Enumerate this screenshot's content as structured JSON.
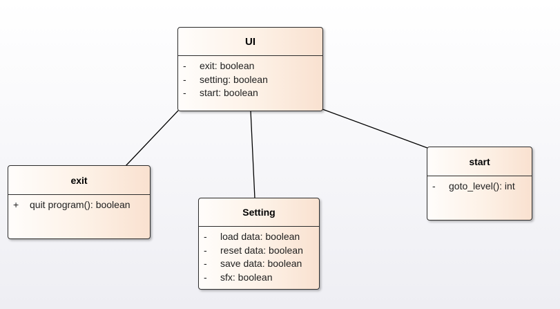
{
  "diagram": {
    "classes": [
      {
        "id": "ui",
        "name": "UI",
        "members": [
          {
            "visibility": "-",
            "signature": "exit: boolean"
          },
          {
            "visibility": "-",
            "signature": "setting: boolean"
          },
          {
            "visibility": "-",
            "signature": "start: boolean"
          }
        ]
      },
      {
        "id": "exit",
        "name": "exit",
        "members": [
          {
            "visibility": "+",
            "signature": "quit program(): boolean"
          }
        ]
      },
      {
        "id": "setting",
        "name": "Setting",
        "members": [
          {
            "visibility": "-",
            "signature": "load data: boolean"
          },
          {
            "visibility": "-",
            "signature": "reset data: boolean"
          },
          {
            "visibility": "-",
            "signature": "save data: boolean"
          },
          {
            "visibility": "-",
            "signature": "sfx: boolean"
          }
        ]
      },
      {
        "id": "start",
        "name": "start",
        "members": [
          {
            "visibility": "-",
            "signature": "goto_level(): int"
          }
        ]
      }
    ],
    "associations": [
      {
        "from": "ui",
        "to": "exit"
      },
      {
        "from": "ui",
        "to": "setting"
      },
      {
        "from": "ui",
        "to": "start"
      }
    ],
    "colors": {
      "line": "#000000",
      "border": "#2b2b2b",
      "fill_light": "#fffdfb",
      "fill_dark": "#f9e1d0"
    }
  }
}
